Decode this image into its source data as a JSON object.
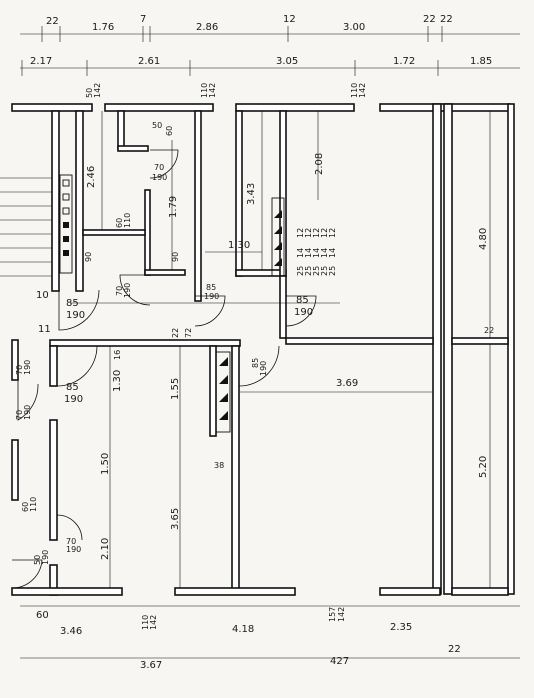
{
  "dims_top_row1": [
    "22",
    "1.76",
    "7",
    "2.86",
    "12",
    "3.00",
    "22",
    "22"
  ],
  "dims_top_row2": [
    "2.17",
    "2.61",
    "3.05",
    "1.72",
    "1.85"
  ],
  "dims_vertical_top": [
    "50",
    "142",
    "110",
    "142",
    "110",
    "142"
  ],
  "dims_bottom_row1": [
    "60",
    "3.46",
    "110",
    "142",
    "4.18",
    "157",
    "142",
    "2.35"
  ],
  "dims_bottom_row2": [
    "3.67",
    "427",
    "22"
  ],
  "room_dims": [
    "2.46",
    "1.79",
    "3.43",
    "2.08",
    "1.30",
    "4.80",
    "1.55",
    "3.65",
    "1.50",
    "2.10",
    "5.20",
    "3.69",
    "1.30"
  ],
  "door_labels": [
    "50",
    "60",
    "70",
    "190",
    "60",
    "110",
    "85",
    "190",
    "70",
    "190",
    "85",
    "190",
    "85",
    "190",
    "85",
    "190",
    "70",
    "190",
    "70",
    "190",
    "60",
    "110",
    "50",
    "190",
    "70",
    "190",
    "85",
    "190"
  ],
  "misc_labels": [
    "90",
    "90",
    "72",
    "22",
    "16",
    "38",
    "11",
    "10",
    "14",
    "12",
    "25",
    "22"
  ],
  "stair_numbers": [
    "14",
    "14",
    "14",
    "14",
    "14",
    "12",
    "12",
    "12",
    "12",
    "12",
    "25",
    "25",
    "25",
    "25",
    "25"
  ]
}
